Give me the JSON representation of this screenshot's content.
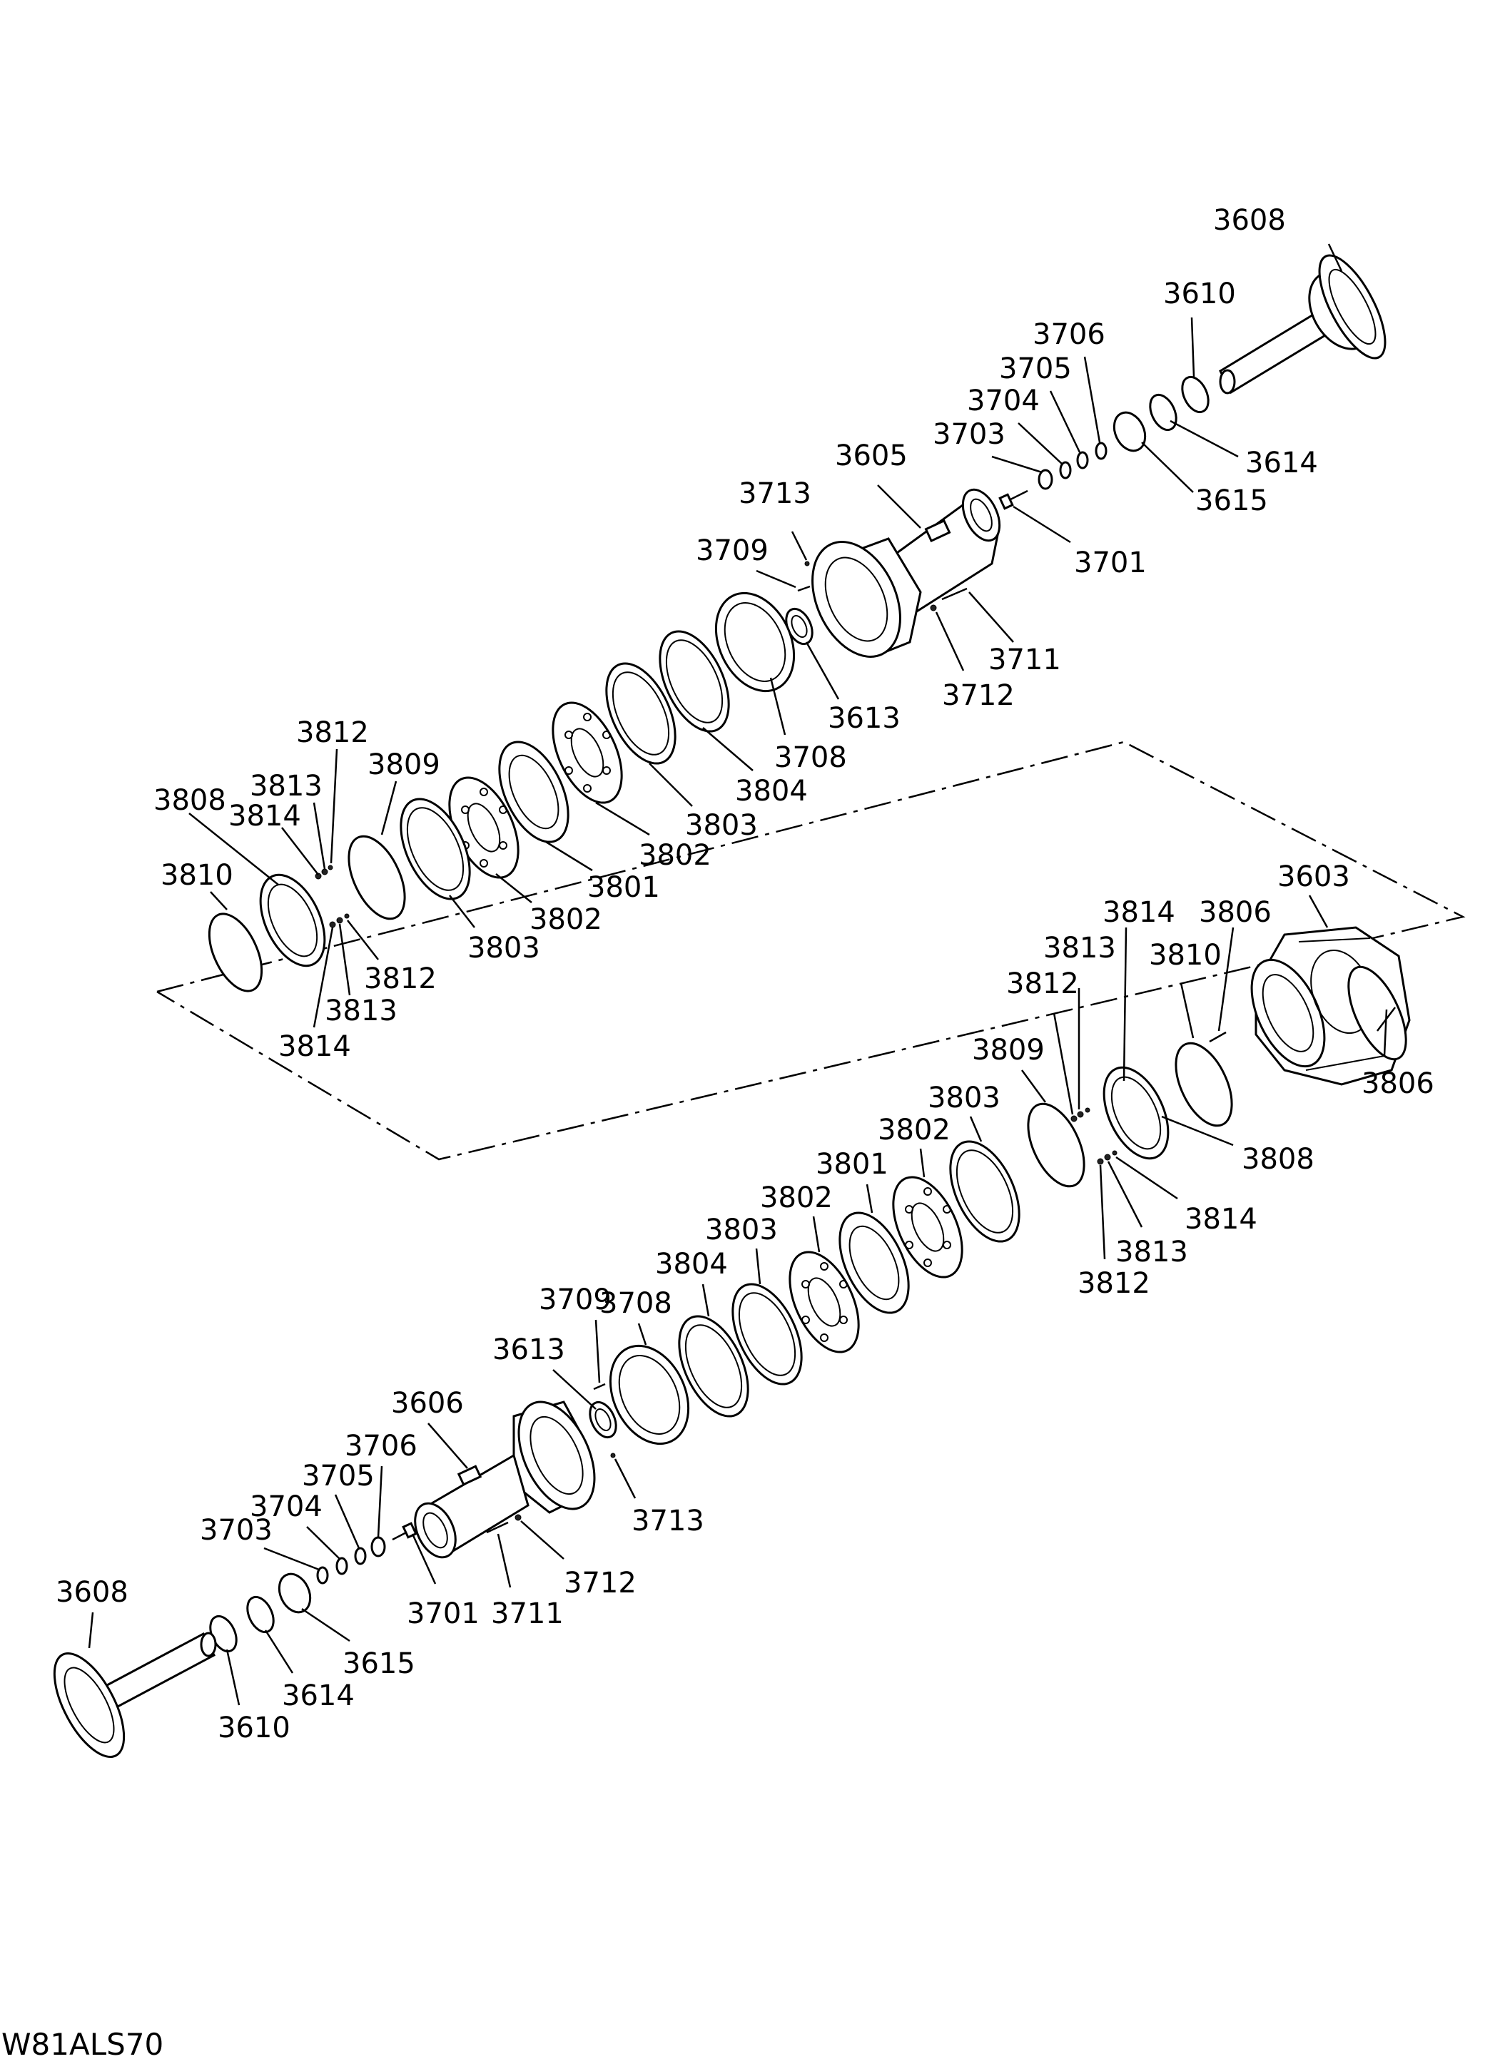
{
  "drawing_id": "W81ALS70",
  "upper_group": {
    "labels": [
      {
        "id": "u3608",
        "text": "3608"
      },
      {
        "id": "u3610",
        "text": "3610"
      },
      {
        "id": "u3706",
        "text": "3706"
      },
      {
        "id": "u3705",
        "text": "3705"
      },
      {
        "id": "u3704",
        "text": "3704"
      },
      {
        "id": "u3703",
        "text": "3703"
      },
      {
        "id": "u3614",
        "text": "3614"
      },
      {
        "id": "u3615",
        "text": "3615"
      },
      {
        "id": "u3605",
        "text": "3605"
      },
      {
        "id": "u3713",
        "text": "3713"
      },
      {
        "id": "u3701",
        "text": "3701"
      },
      {
        "id": "u3709",
        "text": "3709"
      },
      {
        "id": "u3711",
        "text": "3711"
      },
      {
        "id": "u3712",
        "text": "3712"
      },
      {
        "id": "u3613",
        "text": "3613"
      },
      {
        "id": "u3708",
        "text": "3708"
      },
      {
        "id": "u3804",
        "text": "3804"
      },
      {
        "id": "u3803a",
        "text": "3803"
      },
      {
        "id": "u3802a",
        "text": "3802"
      },
      {
        "id": "u3801",
        "text": "3801"
      },
      {
        "id": "u3802b",
        "text": "3802"
      },
      {
        "id": "u3803b",
        "text": "3803"
      },
      {
        "id": "u3809",
        "text": "3809"
      },
      {
        "id": "u3812a",
        "text": "3812"
      },
      {
        "id": "u3813a",
        "text": "3813"
      },
      {
        "id": "u3814a",
        "text": "3814"
      },
      {
        "id": "u3808",
        "text": "3808"
      },
      {
        "id": "u3810",
        "text": "3810"
      },
      {
        "id": "u3812b",
        "text": "3812"
      },
      {
        "id": "u3813b",
        "text": "3813"
      },
      {
        "id": "u3814b",
        "text": "3814"
      }
    ]
  },
  "lower_group": {
    "labels": [
      {
        "id": "l3603",
        "text": "3603"
      },
      {
        "id": "l3814a",
        "text": "3814"
      },
      {
        "id": "l3806a",
        "text": "3806"
      },
      {
        "id": "l3813a",
        "text": "3813"
      },
      {
        "id": "l3810",
        "text": "3810"
      },
      {
        "id": "l3812a",
        "text": "3812"
      },
      {
        "id": "l3806b",
        "text": "3806"
      },
      {
        "id": "l3809",
        "text": "3809"
      },
      {
        "id": "l3803a",
        "text": "3803"
      },
      {
        "id": "l3802a",
        "text": "3802"
      },
      {
        "id": "l3801",
        "text": "3801"
      },
      {
        "id": "l3808",
        "text": "3808"
      },
      {
        "id": "l3802b",
        "text": "3802"
      },
      {
        "id": "l3803b",
        "text": "3803"
      },
      {
        "id": "l3804",
        "text": "3804"
      },
      {
        "id": "l3814b",
        "text": "3814"
      },
      {
        "id": "l3708",
        "text": "3708"
      },
      {
        "id": "l3813b",
        "text": "3813"
      },
      {
        "id": "l3709",
        "text": "3709"
      },
      {
        "id": "l3812b",
        "text": "3812"
      },
      {
        "id": "l3613",
        "text": "3613"
      },
      {
        "id": "l3606",
        "text": "3606"
      },
      {
        "id": "l3713",
        "text": "3713"
      },
      {
        "id": "l3706",
        "text": "3706"
      },
      {
        "id": "l3705",
        "text": "3705"
      },
      {
        "id": "l3704",
        "text": "3704"
      },
      {
        "id": "l3703",
        "text": "3703"
      },
      {
        "id": "l3712",
        "text": "3712"
      },
      {
        "id": "l3608",
        "text": "3608"
      },
      {
        "id": "l3701",
        "text": "3701"
      },
      {
        "id": "l3711",
        "text": "3711"
      },
      {
        "id": "l3615",
        "text": "3615"
      },
      {
        "id": "l3614",
        "text": "3614"
      },
      {
        "id": "l3610",
        "text": "3610"
      }
    ]
  }
}
